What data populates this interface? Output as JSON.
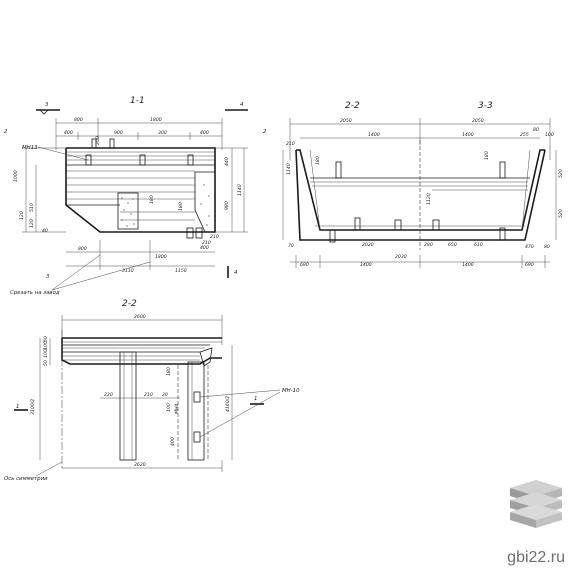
{
  "section_titles": {
    "s11": "1-1",
    "s22_top": "2-2",
    "s33": "3-3",
    "s22_bottom": "2-2"
  },
  "section_marks": {
    "m3": "3",
    "m4": "4",
    "m2": "2",
    "m1": "1"
  },
  "view11": {
    "top_dims": [
      "800",
      "1800",
      "400",
      "900",
      "300",
      "400"
    ],
    "left_dims": [
      "1000",
      "510",
      "120",
      "120",
      "40"
    ],
    "right_dims": [
      "440",
      "1140",
      "980"
    ],
    "inner_dims": [
      "200",
      "180",
      "180",
      "210",
      "210"
    ],
    "bottom_dims": [
      "800",
      "1800",
      "1150",
      "3110",
      "400"
    ],
    "part_label": "МН13",
    "note": "Срезать на завод"
  },
  "view22_top": {
    "top_dims": [
      "2050",
      "2050",
      "1400",
      "1400",
      "255",
      "80",
      "100"
    ],
    "left_dims": [
      "210",
      "1140"
    ],
    "inner_dims": [
      "1120",
      "180",
      "180",
      "2020",
      "2030",
      "650",
      "610",
      "290"
    ],
    "bottom_dims": [
      "690",
      "1400",
      "1400",
      "690"
    ],
    "right_dims": [
      "520",
      "470",
      "80",
      "520"
    ]
  },
  "view22_bottom": {
    "top_dims": [
      "2600"
    ],
    "left_dims": [
      "3100/2",
      "50",
      "100",
      "100",
      "50"
    ],
    "inner_dims": [
      "220",
      "210",
      "20",
      "100",
      "180",
      "MH4"
    ],
    "right_dims": [
      "4160/2",
      "400"
    ],
    "bottom_dims": [
      "2620"
    ],
    "part_label": "МН-10",
    "axis_note": "Ось симметрии"
  },
  "watermark": {
    "text": "gbi22.ru"
  },
  "colors": {
    "line": "#1a1a1a",
    "hatch": "#333333",
    "watermark_text": "#6d6d6d"
  }
}
